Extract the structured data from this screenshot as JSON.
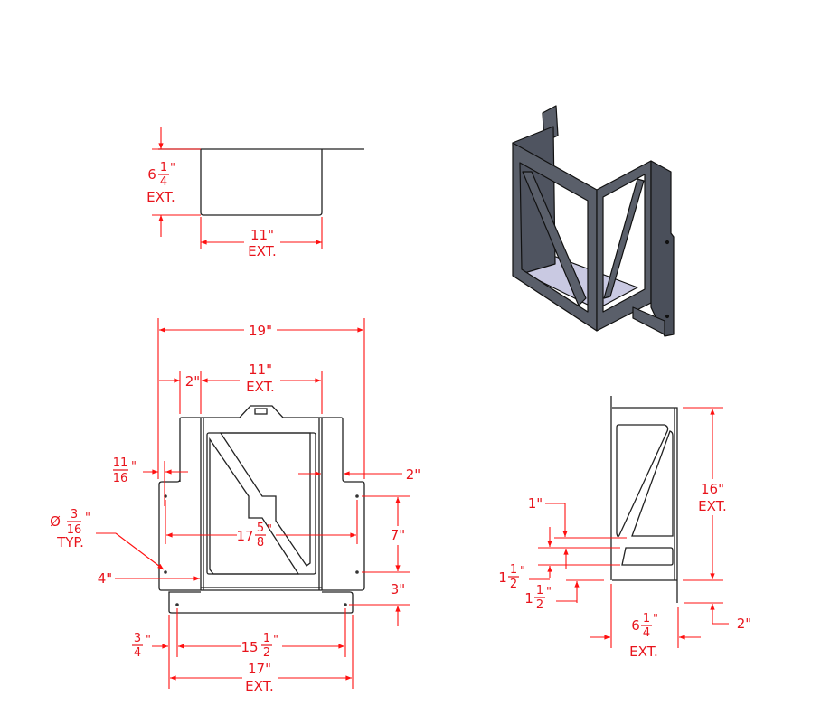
{
  "drawing": {
    "top_view": {
      "height": {
        "whole": "6",
        "num": "1",
        "den": "4",
        "unit": "\"",
        "note": "EXT."
      },
      "width": {
        "value": "11\"",
        "note": "EXT."
      }
    },
    "front_view": {
      "overall_width": "19\"",
      "flange_width": "2\"",
      "channel_width": {
        "value": "11\"",
        "note": "EXT."
      },
      "step_offset": {
        "num": "11",
        "den": "16",
        "unit": "\""
      },
      "right_offset": "2\"",
      "hole_spacing": {
        "whole": "17",
        "num": "5",
        "den": "8",
        "unit": "\""
      },
      "hole_vertical": "7\"",
      "hole_diameter": {
        "symbol": "Ø",
        "num": "3",
        "den": "16",
        "unit": "\"",
        "note": "TYP."
      },
      "hole_to_channel": "4\"",
      "bar_offset": "3\"",
      "bar_hole_edge": {
        "num": "3",
        "den": "4",
        "unit": "\""
      },
      "bar_hole_spacing": {
        "whole": "15",
        "num": "1",
        "den": "2",
        "unit": "\""
      },
      "bar_width": {
        "value": "17\"",
        "note": "EXT."
      }
    },
    "side_view": {
      "height": {
        "value": "16\"",
        "note": "EXT."
      },
      "slot_gap": "1\"",
      "slot_height": {
        "whole": "1",
        "num": "1",
        "den": "2",
        "unit": "\""
      },
      "slot_bottom": {
        "whole": "1",
        "num": "1",
        "den": "2",
        "unit": "\""
      },
      "depth": {
        "whole": "6",
        "num": "1",
        "den": "4",
        "unit": "\"",
        "note": "EXT."
      },
      "tab_length": "2\""
    },
    "colors": {
      "dimension": "#e8141c",
      "outline": "#222222",
      "part": "#5a5f6a",
      "floor": "#c9c9e2"
    }
  }
}
